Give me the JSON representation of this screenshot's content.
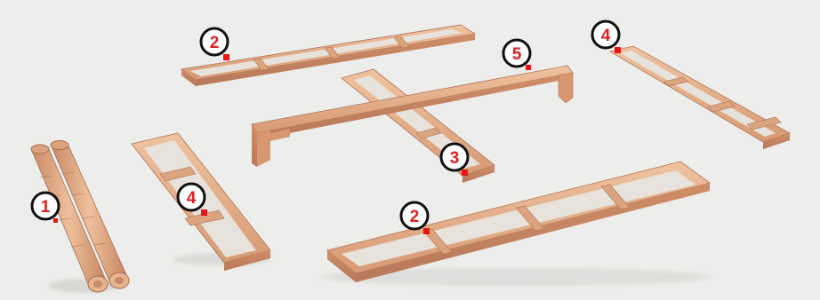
{
  "parts": [
    {
      "id": "part-1",
      "number": "1"
    },
    {
      "id": "part-2-top",
      "number": "2"
    },
    {
      "id": "part-2-bottom",
      "number": "2"
    },
    {
      "id": "part-3",
      "number": "3"
    },
    {
      "id": "part-4-left",
      "number": "4"
    },
    {
      "id": "part-4-right",
      "number": "4"
    },
    {
      "id": "part-5",
      "number": "5"
    }
  ],
  "colors": {
    "background": "#ededeb",
    "wood_light": "#e8b48e",
    "wood_mid": "#d89a74",
    "wood_dark": "#b9785a",
    "label_number": "#e02020",
    "marker": "#e81515"
  }
}
